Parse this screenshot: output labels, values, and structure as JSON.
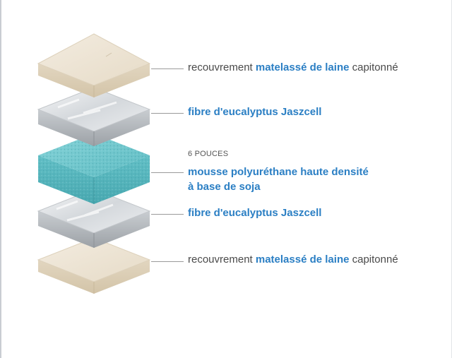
{
  "layers": [
    {
      "id": "top-cover",
      "prefix": "recouvrement ",
      "highlight": "matelassé de laine",
      "suffix": " capitonné"
    },
    {
      "id": "top-fiber",
      "text": "fibre d'eucalyptus Jaszcell"
    },
    {
      "id": "foam",
      "caption": "6 POUCES",
      "line1": "mousse polyuréthane haute densité",
      "line2": "à base de soja"
    },
    {
      "id": "bottom-fiber",
      "text": "fibre d'eucalyptus Jaszcell"
    },
    {
      "id": "bottom-cover",
      "prefix": "recouvrement ",
      "highlight": "matelassé de laine",
      "suffix": " capitonné"
    }
  ],
  "colors": {
    "accent": "#2b7fc4",
    "wool": "#ece3d3",
    "fiber": "#dcdfe3",
    "foam": "#6ec6cc"
  }
}
